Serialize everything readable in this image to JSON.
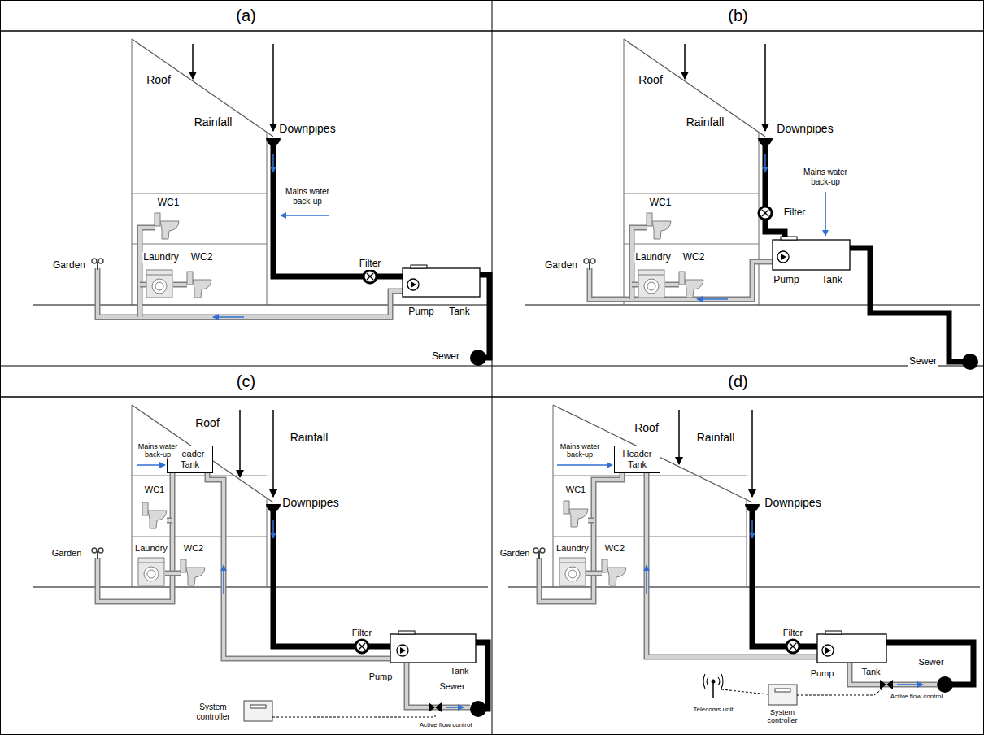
{
  "diagram": {
    "nodes": [
      {
        "text": [
          "(a)"
        ]
      },
      {
        "text": [
          "(b)"
        ]
      },
      {
        "text": [
          "(c)"
        ]
      },
      {
        "text": [
          "Header Tank"
        ],
        "in": 2
      },
      {
        "text": [
          "(d)"
        ]
      },
      {
        "text": [
          "Header Tank"
        ],
        "in": 4
      }
    ],
    "labels": [
      "Roof",
      "Rainfall",
      "WC1",
      "Downpipes",
      "Mains water back-up",
      "Garden",
      "Laundry",
      "WC2",
      "Filter",
      "Pump",
      "Tank",
      "Sewer",
      "Roof",
      "Rainfall",
      "WC1",
      "Downpipes",
      "Mains water back-up",
      "Garden",
      "Laundry",
      "WC2",
      "Filter",
      "Pump",
      "Tank",
      "Sewer",
      "Mains water back-up",
      "Roof",
      "Rainfall",
      "WC1",
      "Downpipes",
      "Garden",
      "Laundry",
      "WC2",
      "Filter",
      "Pump",
      "Tank",
      "Sewer",
      "System controller",
      "Active flow control",
      "Roof",
      "Rainfall",
      "Mains water back-up",
      "WC1",
      "Downpipes",
      "Garden",
      "Laundry",
      "WC2",
      "Filter",
      "Pump",
      "Tank",
      "Sewer",
      "Telecoms unit",
      "System controller",
      "Active flow control"
    ]
  }
}
